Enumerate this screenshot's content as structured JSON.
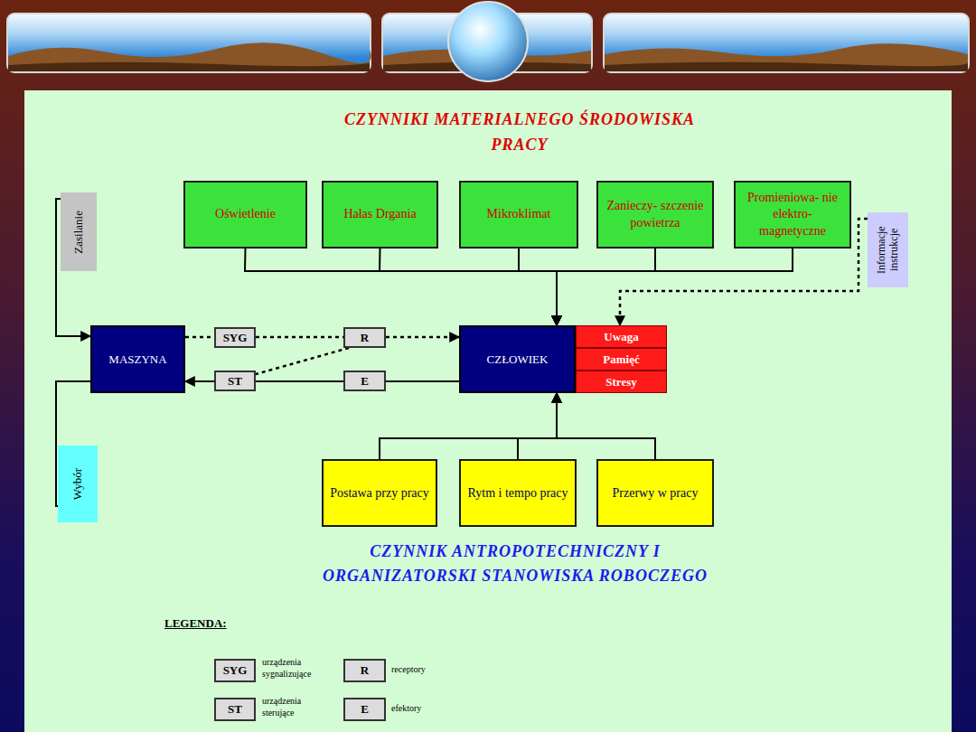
{
  "diagram": {
    "title": "CZYNNIKI MATERIALNEGO ŚRODOWISKA PRACY",
    "caption": "CZYNNIK ANTROPOTECHNICZNY I ORGANIZATORSKI STANOWISKA ROBOCZEGO",
    "nodes": [
      {
        "text": [
          "Oświetlenie"
        ]
      },
      {
        "text": [
          "Hałas Drgania"
        ]
      },
      {
        "text": [
          "Mikroklimat"
        ]
      },
      {
        "text": [
          "Zanieczy- szczenie powietrza"
        ]
      },
      {
        "text": [
          "Promieniowa- nie elektro- magnetyczne"
        ]
      },
      {
        "text": [
          "Zasilanie"
        ]
      },
      {
        "text": [
          "Informacje instrukcje"
        ]
      },
      {
        "text": [
          "MASZYNA"
        ]
      },
      {
        "text": [
          "SYG"
        ]
      },
      {
        "text": [
          "R"
        ]
      },
      {
        "text": [
          "CZŁOWIEK"
        ]
      },
      {
        "text": [
          "Uwaga"
        ]
      },
      {
        "text": [
          "Pamięć"
        ]
      },
      {
        "text": [
          "Stresy"
        ]
      },
      {
        "text": [
          "ST"
        ]
      },
      {
        "text": [
          "E"
        ]
      },
      {
        "text": [
          "Wybór"
        ]
      },
      {
        "text": [
          "Postawa przy pracy"
        ]
      },
      {
        "text": [
          "Rytm i tempo pracy"
        ]
      },
      {
        "text": [
          "Przerwy w pracy"
        ]
      }
    ],
    "edges": [
      {
        "from": 0,
        "to": 10,
        "arrow": "to"
      },
      {
        "from": 1,
        "to": 10,
        "arrow": "to"
      },
      {
        "from": 2,
        "to": 10,
        "arrow": "to"
      },
      {
        "from": 3,
        "to": 10,
        "arrow": "to"
      },
      {
        "from": 4,
        "to": 10,
        "arrow": "to"
      },
      {
        "from": 5,
        "to": 7,
        "arrow": "to"
      },
      {
        "from": 16,
        "to": 7,
        "arrow": "none"
      },
      {
        "from": 6,
        "to": 11,
        "arrow": "to"
      },
      {
        "from": 7,
        "to": 8,
        "arrow": "none"
      },
      {
        "from": 8,
        "to": 9,
        "arrow": "none"
      },
      {
        "from": 9,
        "to": 10,
        "arrow": "to"
      },
      {
        "from": 10,
        "to": 15,
        "arrow": "none"
      },
      {
        "from": 15,
        "to": 14,
        "arrow": "none"
      },
      {
        "from": 14,
        "to": 7,
        "arrow": "to"
      },
      {
        "from": 9,
        "to": 14,
        "arrow": "none"
      },
      {
        "from": 17,
        "to": 10,
        "arrow": "to"
      },
      {
        "from": 18,
        "to": 10,
        "arrow": "to"
      },
      {
        "from": 19,
        "to": 10,
        "arrow": "to"
      }
    ],
    "labels": [
      "LEGENDA:",
      "SYG",
      "R",
      "ST",
      "E"
    ],
    "legend": [
      {
        "text": "urządzenia sygnalizujące"
      },
      {
        "text": "receptory"
      },
      {
        "text": "urządzenia sterujące"
      },
      {
        "text": "efektory"
      }
    ]
  }
}
